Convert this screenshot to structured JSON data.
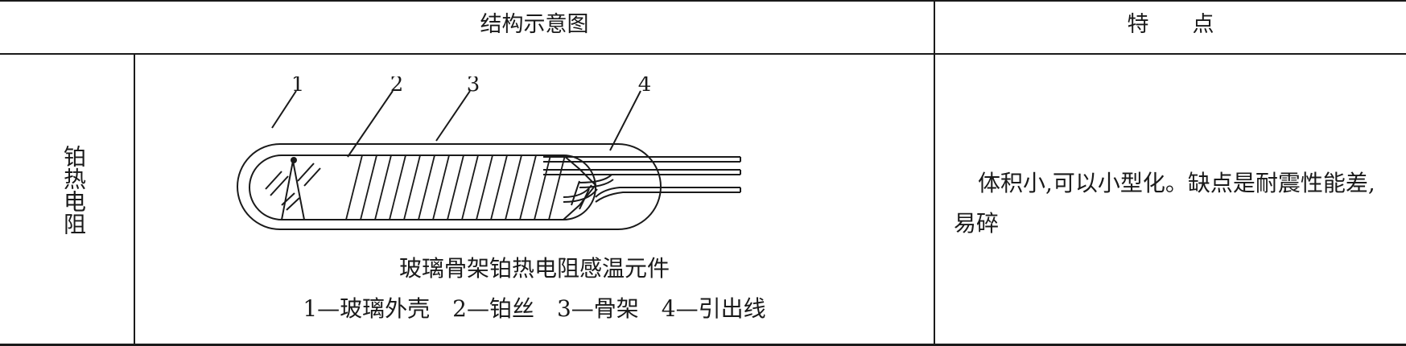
{
  "table": {
    "header_structure": "结构示意图",
    "header_features": "特　　点",
    "row_label": "铂热电阻",
    "features": "体积小,可以小型化。缺点是耐震性能差,易碎",
    "diagram": {
      "caption": "玻璃骨架铂热电阻感温元件",
      "legend": "1—玻璃外壳　2—铂丝　3—骨架　4—引出线",
      "callouts": [
        "1",
        "2",
        "3",
        "4"
      ]
    }
  }
}
